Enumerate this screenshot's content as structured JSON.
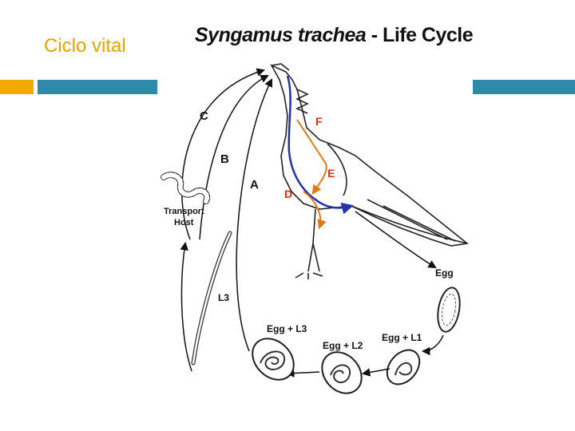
{
  "slide": {
    "title": "Ciclo vital",
    "accent_orange": "#f2a900",
    "accent_teal": "#2e8aa8"
  },
  "diagram": {
    "title_species": "Syngamus trachea",
    "title_suffix": " - Life Cycle",
    "routes": {
      "a": "A",
      "b": "B",
      "c": "C"
    },
    "internal_stages": {
      "d": "D",
      "e": "E",
      "f": "F"
    },
    "stages": {
      "transport_host_line1": "Transport",
      "transport_host_line2": "Host",
      "l3": "L3",
      "egg": "Egg",
      "egg_l1": "Egg + L1",
      "egg_l2": "Egg + L2",
      "egg_l3": "Egg + L3"
    },
    "colors": {
      "migration_blue": "#2233aa",
      "migration_orange": "#e07a10",
      "label_red": "#e03010"
    }
  }
}
